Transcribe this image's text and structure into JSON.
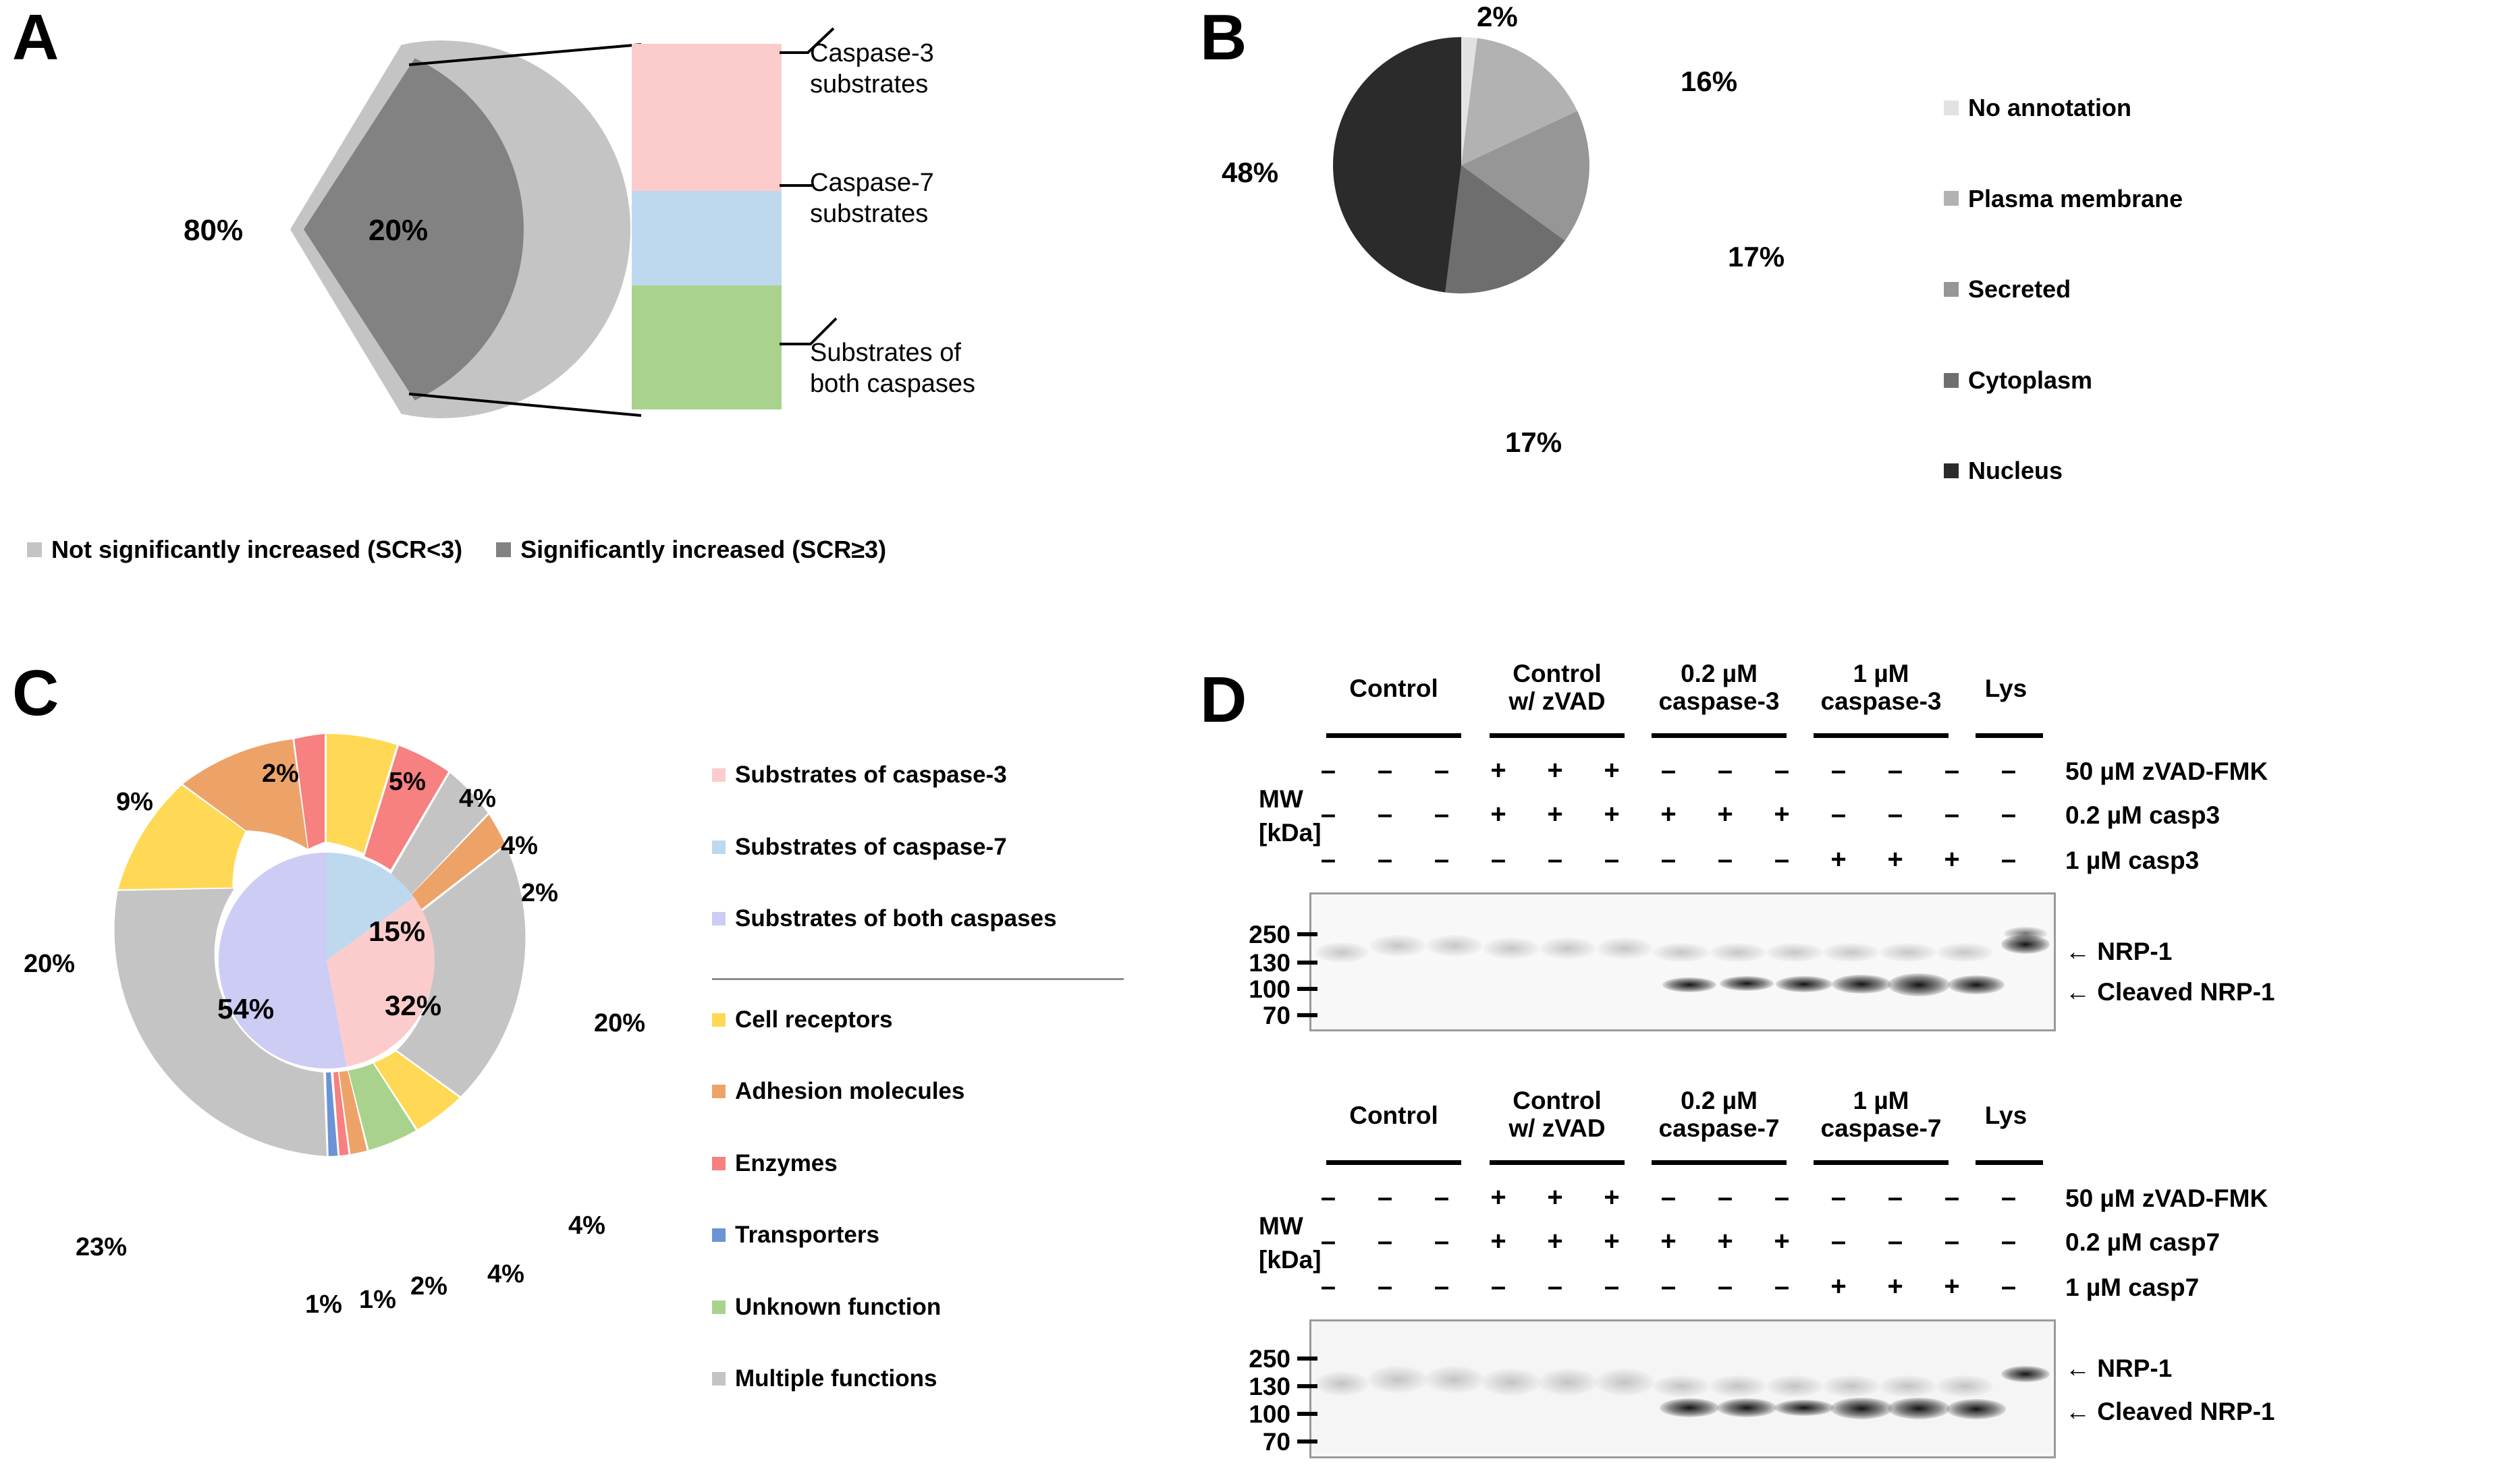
{
  "panels": {
    "a": {
      "letter": "A",
      "callouts": [
        {
          "text": "Caspase-3\nsubstrates",
          "color": "#fccccc"
        },
        {
          "text": "Caspase-7\nsubstrates",
          "color": "#bed8ee"
        },
        {
          "text": "Substrates of\nboth caspases",
          "color": "#a9d38c"
        }
      ],
      "legend": [
        {
          "label": "Not significantly increased (SCR<3)",
          "color": "#c4c4c4"
        },
        {
          "label": "Significantly increased (SCR≥3)",
          "color": "#828282"
        }
      ]
    },
    "b": {
      "letter": "B",
      "legend": [
        {
          "label": "No annotation",
          "color": "#e2e2e2"
        },
        {
          "label": "Plasma membrane",
          "color": "#b2b2b2"
        },
        {
          "label": "Secreted",
          "color": "#969696"
        },
        {
          "label": "Cytoplasm",
          "color": "#6e6e6e"
        },
        {
          "label": "Nucleus",
          "color": "#2b2b2b"
        }
      ]
    },
    "c": {
      "letter": "C",
      "legend_inner": [
        {
          "label": "Substrates of caspase-3",
          "color": "#fccccc"
        },
        {
          "label": "Substrates of caspase-7",
          "color": "#bed8ee"
        },
        {
          "label": "Substrates of both caspases",
          "color": "#ccccf5"
        }
      ],
      "legend_outer": [
        {
          "label": "Cell receptors",
          "color": "#ffd955"
        },
        {
          "label": "Adhesion molecules",
          "color": "#eda368"
        },
        {
          "label": "Enzymes",
          "color": "#f78080"
        },
        {
          "label": "Transporters",
          "color": "#6b93d6"
        },
        {
          "label": "Unknown function",
          "color": "#a9d38c"
        },
        {
          "label": "Multiple functions",
          "color": "#c4c4c4"
        }
      ]
    },
    "d": {
      "letter": "D",
      "blots": [
        {
          "headers": [
            "Control",
            "Control\nw/ zVAD",
            "0.2 µM\ncaspase-3",
            "1 µM\ncaspase-3",
            "Lys"
          ],
          "mw_label": "MW\n[kDa]",
          "rows": [
            {
              "label": "50 µM zVAD-FMK",
              "values": [
                "–",
                "–",
                "–",
                "+",
                "+",
                "+",
                "–",
                "–",
                "–",
                "–",
                "–",
                "–",
                "–"
              ]
            },
            {
              "label": "0.2 µM casp3",
              "values": [
                "–",
                "–",
                "–",
                "+",
                "+",
                "+",
                "+",
                "+",
                "+",
                "–",
                "–",
                "–",
                "–"
              ]
            },
            {
              "label": "1 µM casp3",
              "values": [
                "–",
                "–",
                "–",
                "–",
                "–",
                "–",
                "–",
                "–",
                "–",
                "+",
                "+",
                "+",
                "–"
              ]
            }
          ],
          "mw_markers": [
            "250",
            "130",
            "100",
            "70"
          ],
          "arrows": [
            "← NRP-1",
            "← Cleaved NRP-1"
          ]
        },
        {
          "headers": [
            "Control",
            "Control\nw/ zVAD",
            "0.2 µM\ncaspase-7",
            "1 µM\ncaspase-7",
            "Lys"
          ],
          "mw_label": "MW\n[kDa]",
          "rows": [
            {
              "label": "50 µM zVAD-FMK",
              "values": [
                "–",
                "–",
                "–",
                "+",
                "+",
                "+",
                "–",
                "–",
                "–",
                "–",
                "–",
                "–",
                "–"
              ]
            },
            {
              "label": "0.2 µM casp7",
              "values": [
                "–",
                "–",
                "–",
                "+",
                "+",
                "+",
                "+",
                "+",
                "+",
                "–",
                "–",
                "–",
                "–"
              ]
            },
            {
              "label": "1 µM casp7",
              "values": [
                "–",
                "–",
                "–",
                "–",
                "–",
                "–",
                "–",
                "–",
                "–",
                "+",
                "+",
                "+",
                "–"
              ]
            }
          ],
          "mw_markers": [
            "250",
            "130",
            "100",
            "70"
          ],
          "arrows": [
            "← NRP-1",
            "← Cleaved NRP-1"
          ]
        }
      ]
    }
  },
  "chart_data": [
    {
      "id": "panel-a-pie",
      "type": "pie",
      "title": "",
      "categories": [
        "Not significantly increased (SCR<3)",
        "Significantly increased (SCR≥3)"
      ],
      "values": [
        80,
        20
      ],
      "labels": [
        "80%",
        "20%"
      ],
      "colors": [
        "#c4c4c4",
        "#828282"
      ],
      "legend_position": "bottom",
      "note": "Exploded 20% wedge expands to stacked bar at right"
    },
    {
      "id": "panel-a-stacked-bar",
      "type": "bar",
      "stacked": true,
      "categories": [
        "Caspase-3 substrates",
        "Caspase-7 substrates",
        "Substrates of both caspases"
      ],
      "values": [
        40,
        26,
        34
      ],
      "colors": [
        "#fccccc",
        "#bed8ee",
        "#a9d38c"
      ],
      "xlabel": "",
      "ylabel": "",
      "grid": false
    },
    {
      "id": "panel-b-pie",
      "type": "pie",
      "categories": [
        "No annotation",
        "Plasma membrane",
        "Secreted",
        "Cytoplasm",
        "Nucleus"
      ],
      "values": [
        2,
        16,
        17,
        17,
        48
      ],
      "labels": [
        "2%",
        "16%",
        "17%",
        "17%",
        "48%"
      ],
      "colors": [
        "#e2e2e2",
        "#b2b2b2",
        "#969696",
        "#6e6e6e",
        "#2b2b2b"
      ],
      "legend_position": "right"
    },
    {
      "id": "panel-c-sunburst-inner",
      "type": "pie",
      "categories": [
        "Substrates of caspase-7",
        "Substrates of caspase-3",
        "Substrates of both caspases"
      ],
      "values": [
        15,
        32,
        54
      ],
      "labels": [
        "15%",
        "32%",
        "54%"
      ],
      "colors": [
        "#bed8ee",
        "#fccccc",
        "#ccccf5"
      ]
    },
    {
      "id": "panel-c-sunburst-outer",
      "type": "pie",
      "categories": [
        "Cell receptors",
        "Enzymes",
        "Multiple functions",
        "Adhesion molecules",
        "Multiple functions",
        "Cell receptors",
        "Unknown function",
        "Adhesion molecules",
        "Enzymes",
        "Transporters",
        "Multiple functions",
        "Cell receptors",
        "Adhesion molecules",
        "Enzymes"
      ],
      "values": [
        5,
        4,
        4,
        2,
        20,
        4,
        4,
        2,
        1,
        1,
        23,
        20,
        9,
        2
      ],
      "labels": [
        "5%",
        "4%",
        "4%",
        "2%",
        "20%",
        "4%",
        "4%",
        "2%",
        "1%",
        "1%",
        "23%",
        "20%",
        "9%",
        "2%"
      ],
      "colors": [
        "#ffd955",
        "#f78080",
        "#c4c4c4",
        "#eda368",
        "#c4c4c4",
        "#ffd955",
        "#a9d38c",
        "#eda368",
        "#f78080",
        "#6b93d6",
        "#c4c4c4",
        "#ffd955",
        "#eda368",
        "#f78080"
      ]
    }
  ]
}
